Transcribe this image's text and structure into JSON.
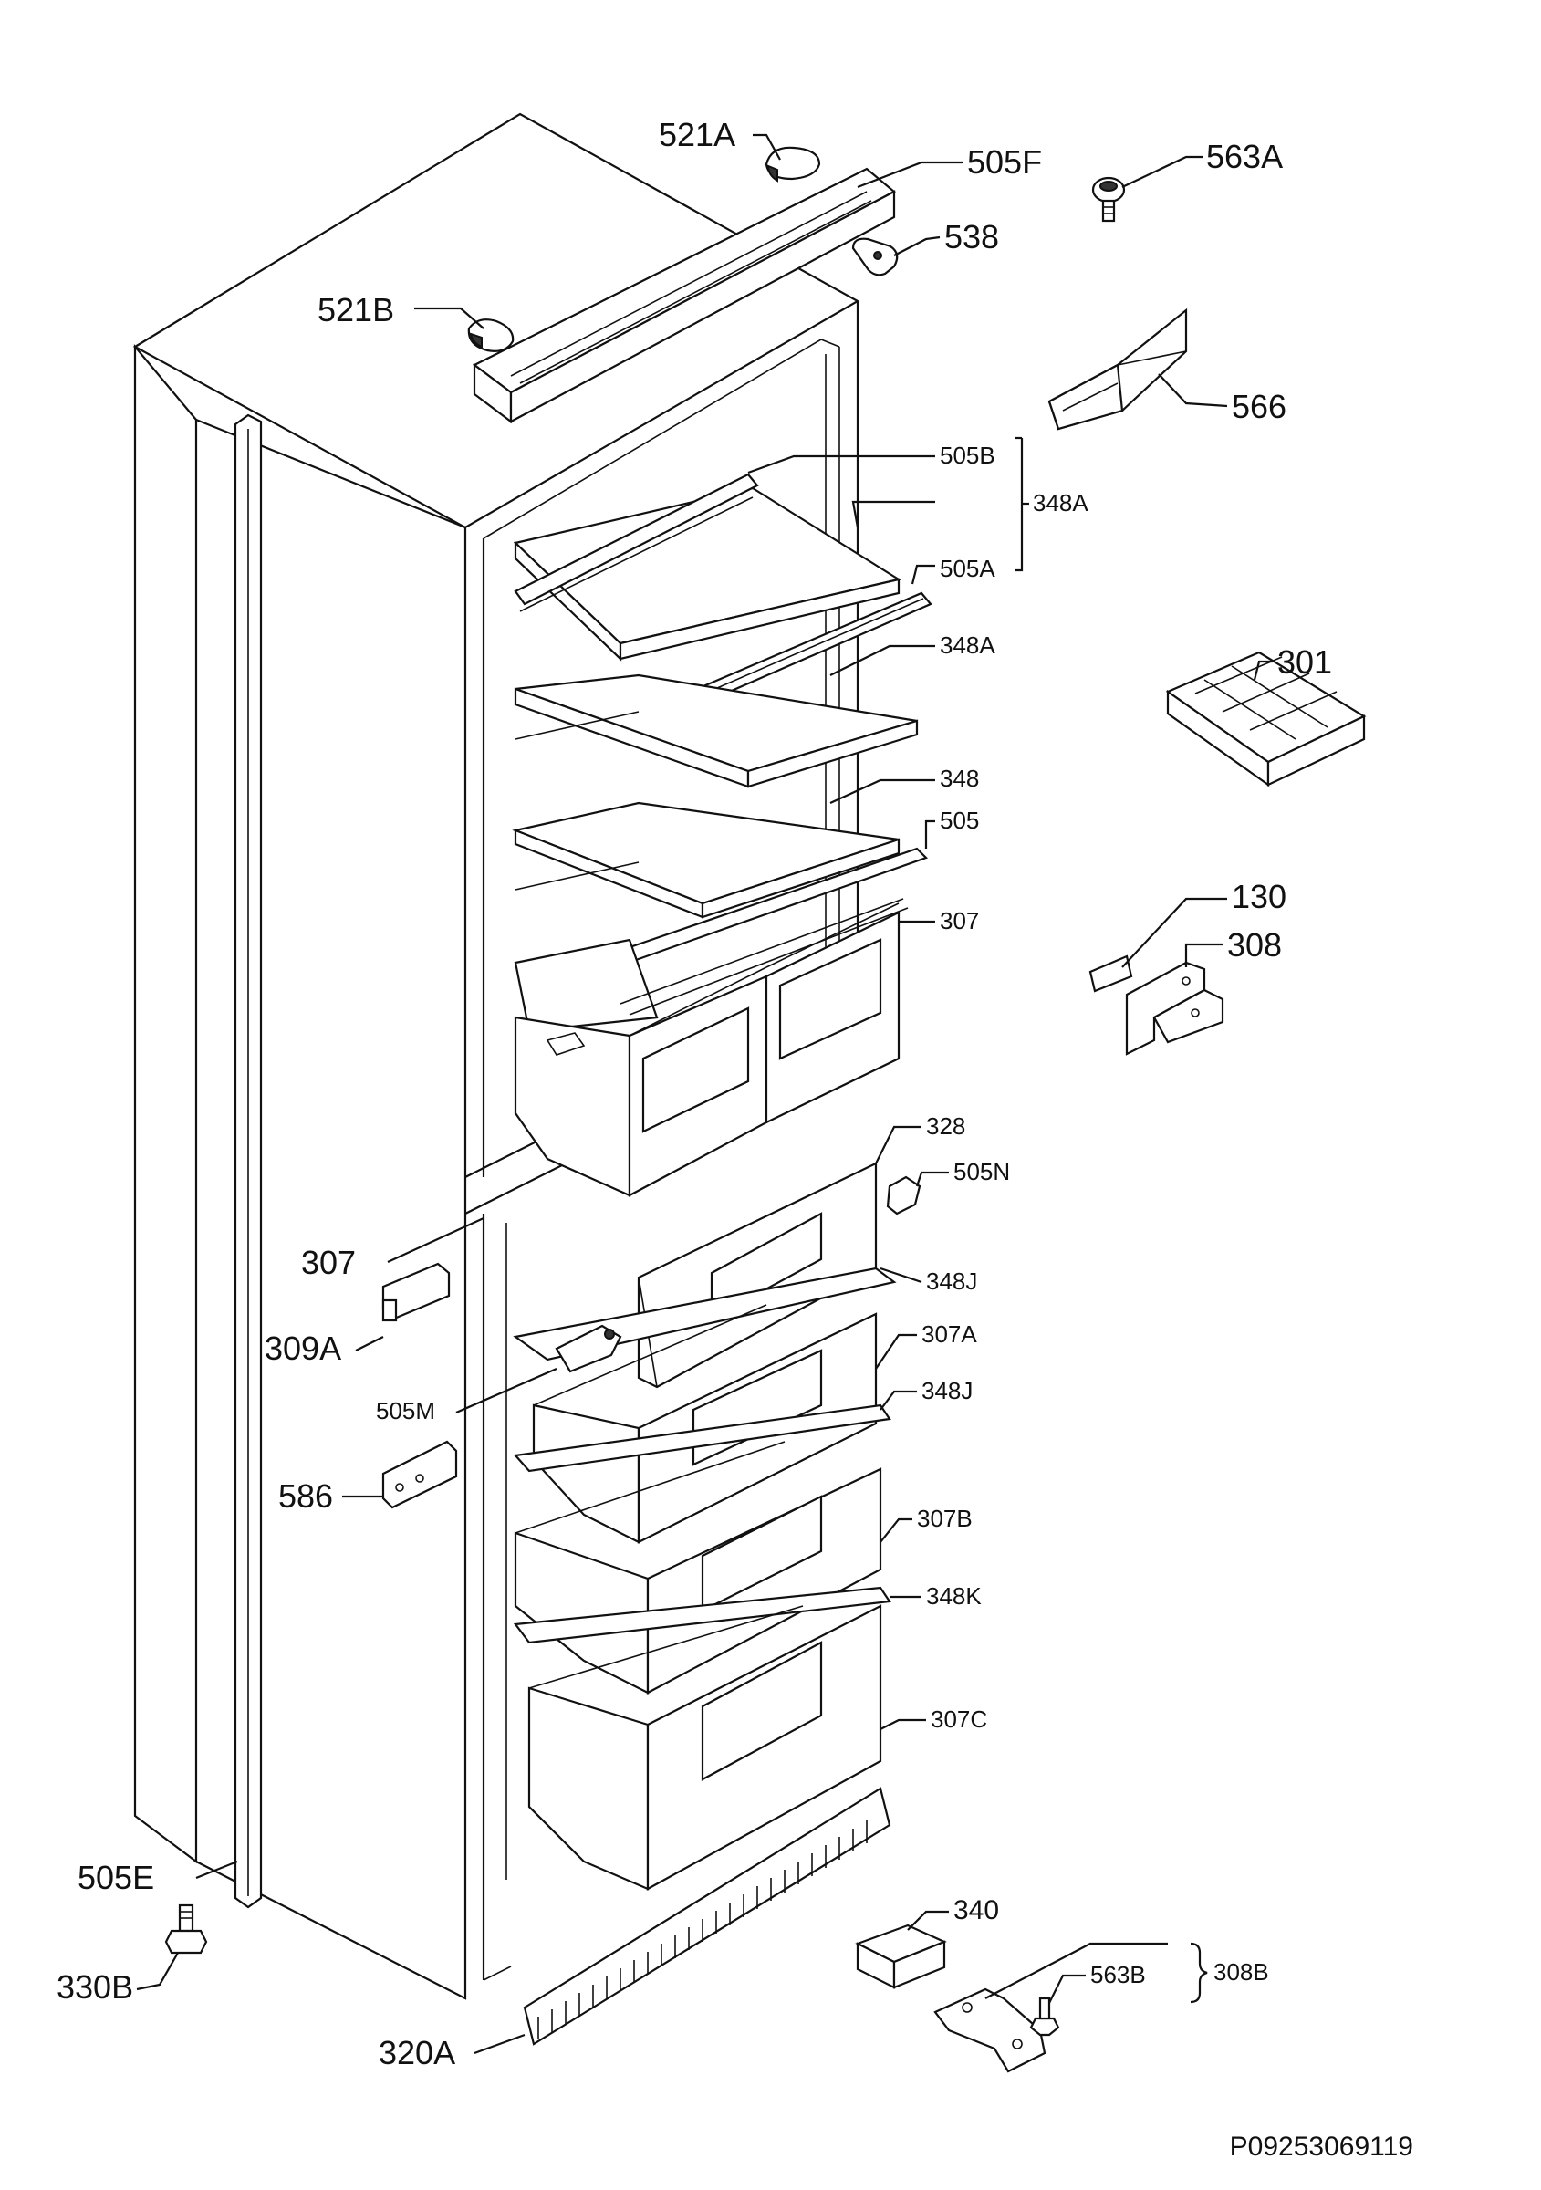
{
  "labels": {
    "l521A": "521A",
    "l505F": "505F",
    "l563A": "563A",
    "l538": "538",
    "l521B": "521B",
    "l566": "566",
    "l505B": "505B",
    "l348A_group": "348A",
    "l505A": "505A",
    "l348A": "348A",
    "l301": "301",
    "l348": "348",
    "l505": "505",
    "l307_top": "307",
    "l130": "130",
    "l308": "308",
    "l328": "328",
    "l505N": "505N",
    "l307_left": "307",
    "l348J_1": "348J",
    "l309A": "309A",
    "l307A": "307A",
    "l505M": "505M",
    "l348J_2": "348J",
    "l586": "586",
    "l307B": "307B",
    "l348K": "348K",
    "l307C": "307C",
    "l505E": "505E",
    "l330B": "330B",
    "l340": "340",
    "l563B": "563B",
    "l308B": "308B",
    "l320A": "320A"
  },
  "reference_code": "P09253069119"
}
